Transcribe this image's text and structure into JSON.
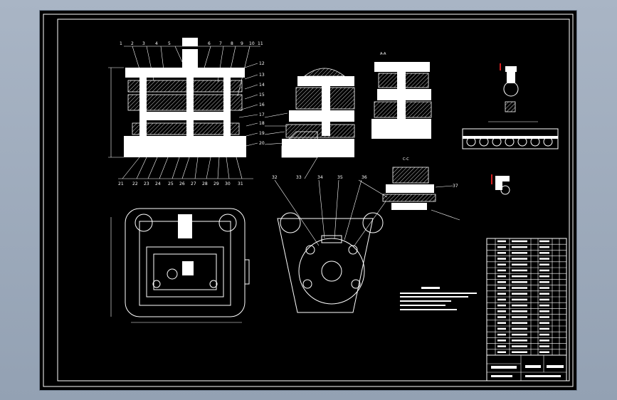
{
  "drawing": {
    "background": "#000000",
    "line_color": "#ffffff",
    "accent_color": "#d21e1e",
    "part_numbers_top": [
      "1",
      "2",
      "3",
      "4",
      "5",
      "6",
      "7",
      "8",
      "9",
      "10",
      "11"
    ],
    "part_numbers_right": [
      "12",
      "13",
      "14",
      "15",
      "16",
      "17",
      "18",
      "19",
      "20"
    ],
    "part_numbers_bottom": [
      "21",
      "22",
      "23",
      "24",
      "25",
      "26",
      "27",
      "28",
      "29",
      "30",
      "31"
    ],
    "part_numbers_mid": [
      "32",
      "33",
      "34",
      "35",
      "36",
      "37"
    ],
    "section_labels": [
      "A-A",
      "C-C"
    ]
  }
}
